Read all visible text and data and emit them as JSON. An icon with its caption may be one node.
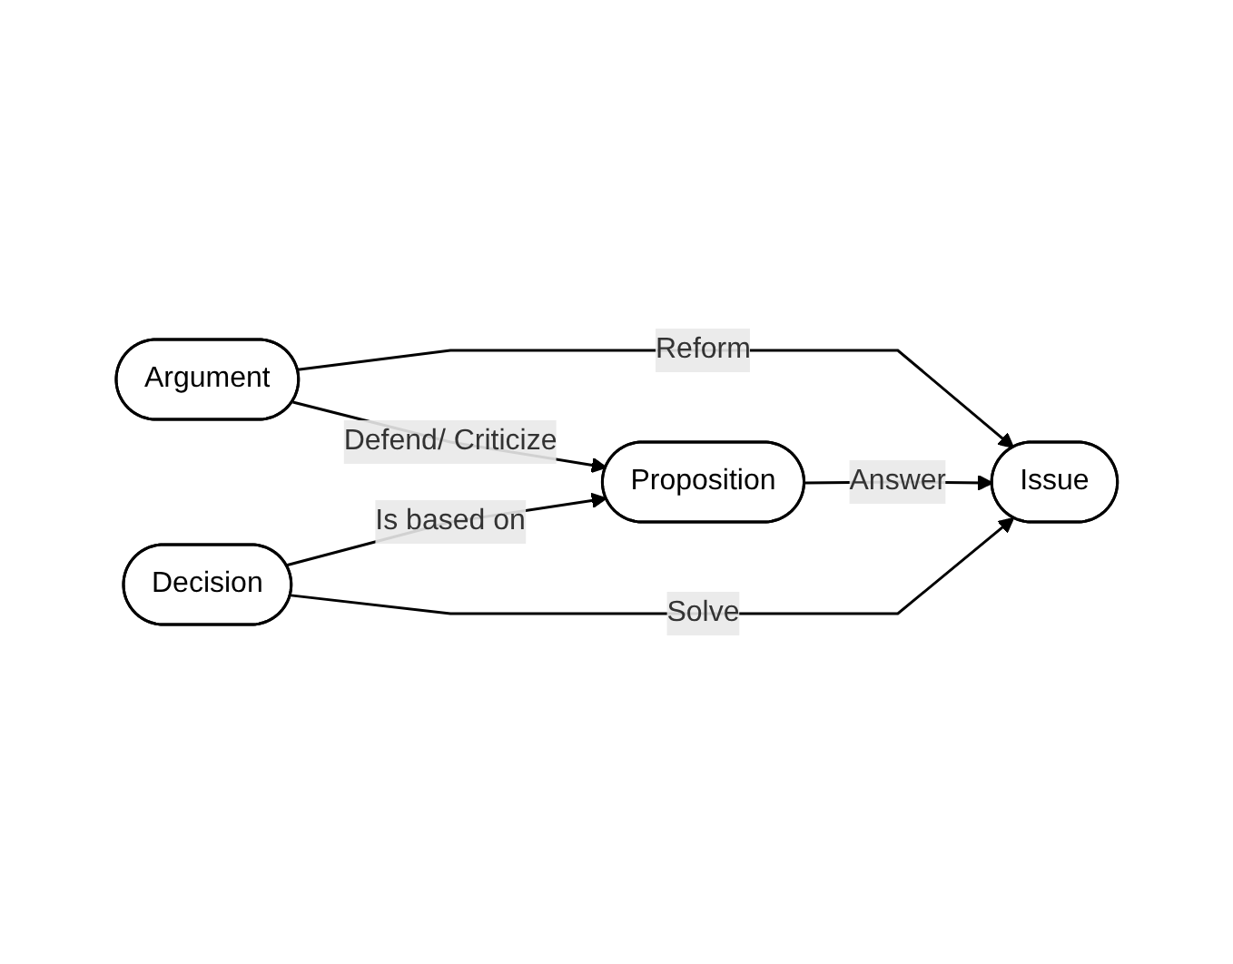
{
  "diagram": {
    "nodes": [
      {
        "text": [
          "Issue"
        ]
      },
      {
        "text": [
          "Argument"
        ]
      },
      {
        "text": [
          "Proposition"
        ]
      },
      {
        "text": [
          "Decision"
        ]
      }
    ],
    "edges": [
      {
        "from": 1,
        "to": 0,
        "arrow": "to",
        "label": "Reform"
      },
      {
        "from": 1,
        "to": 2,
        "arrow": "to",
        "label": "Defend/ Criticize"
      },
      {
        "from": 2,
        "to": 0,
        "arrow": "to",
        "label": "Answer"
      },
      {
        "from": 3,
        "to": 2,
        "arrow": "to",
        "label": "Is based on"
      },
      {
        "from": 3,
        "to": 0,
        "arrow": "to",
        "label": "Solve"
      }
    ]
  }
}
